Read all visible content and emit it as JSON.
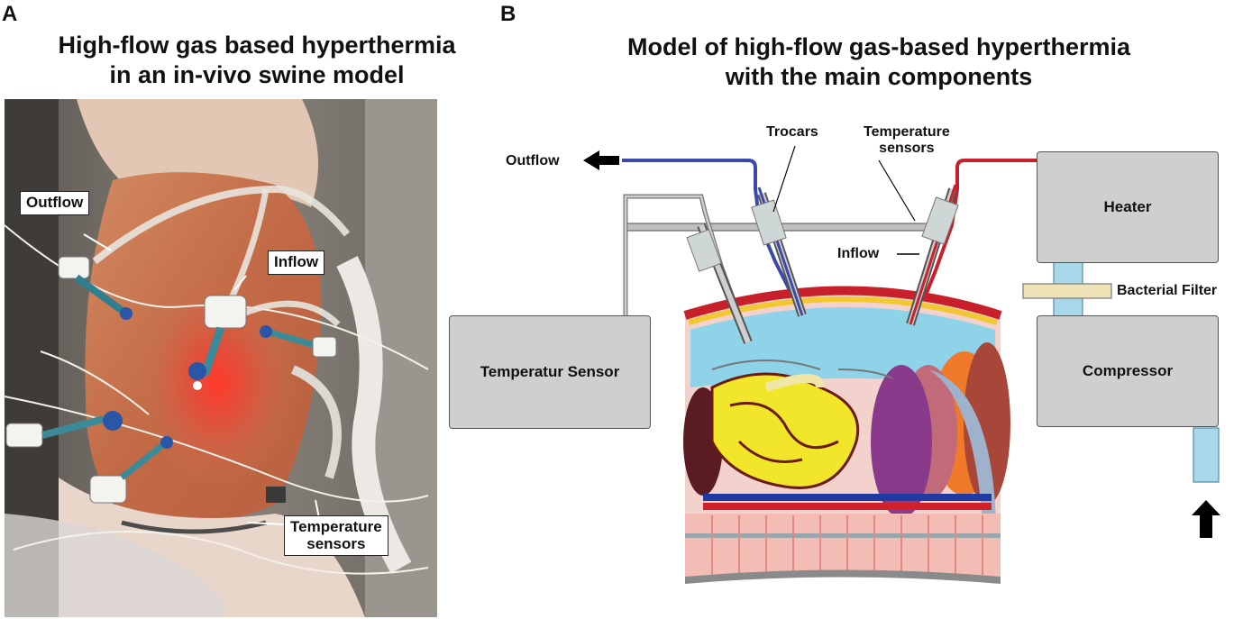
{
  "panel_a": {
    "letter": "A",
    "title_line1": "High-flow gas based hyperthermia",
    "title_line2": "in an in-vivo swine model",
    "labels": {
      "outflow": "Outflow",
      "inflow": "Inflow",
      "temperature_sensors_line1": "Temperature",
      "temperature_sensors_line2": "sensors"
    }
  },
  "panel_b": {
    "letter": "B",
    "title_line1": "Model of high-flow gas-based hyperthermia",
    "title_line2": "with the main components",
    "labels": {
      "outflow": "Outflow",
      "trocars": "Trocars",
      "temperature_sensors_line1": "Temperature",
      "temperature_sensors_line2": "sensors",
      "inflow": "Inflow",
      "heater": "Heater",
      "bacterial_filter": "Bacterial Filter",
      "compressor": "Compressor",
      "temperatur_sensor": "Temperatur Sensor"
    }
  },
  "colors": {
    "outflow_tube": "#3b4aa8",
    "inflow_tube": "#c8202a",
    "box_fill": "#cfcfcf",
    "filter_fill": "#efe4b8",
    "pipe_fill": "#a8d8ea",
    "cavity_blue": "#8fd3e8",
    "bowel_yellow": "#f2e62a"
  }
}
